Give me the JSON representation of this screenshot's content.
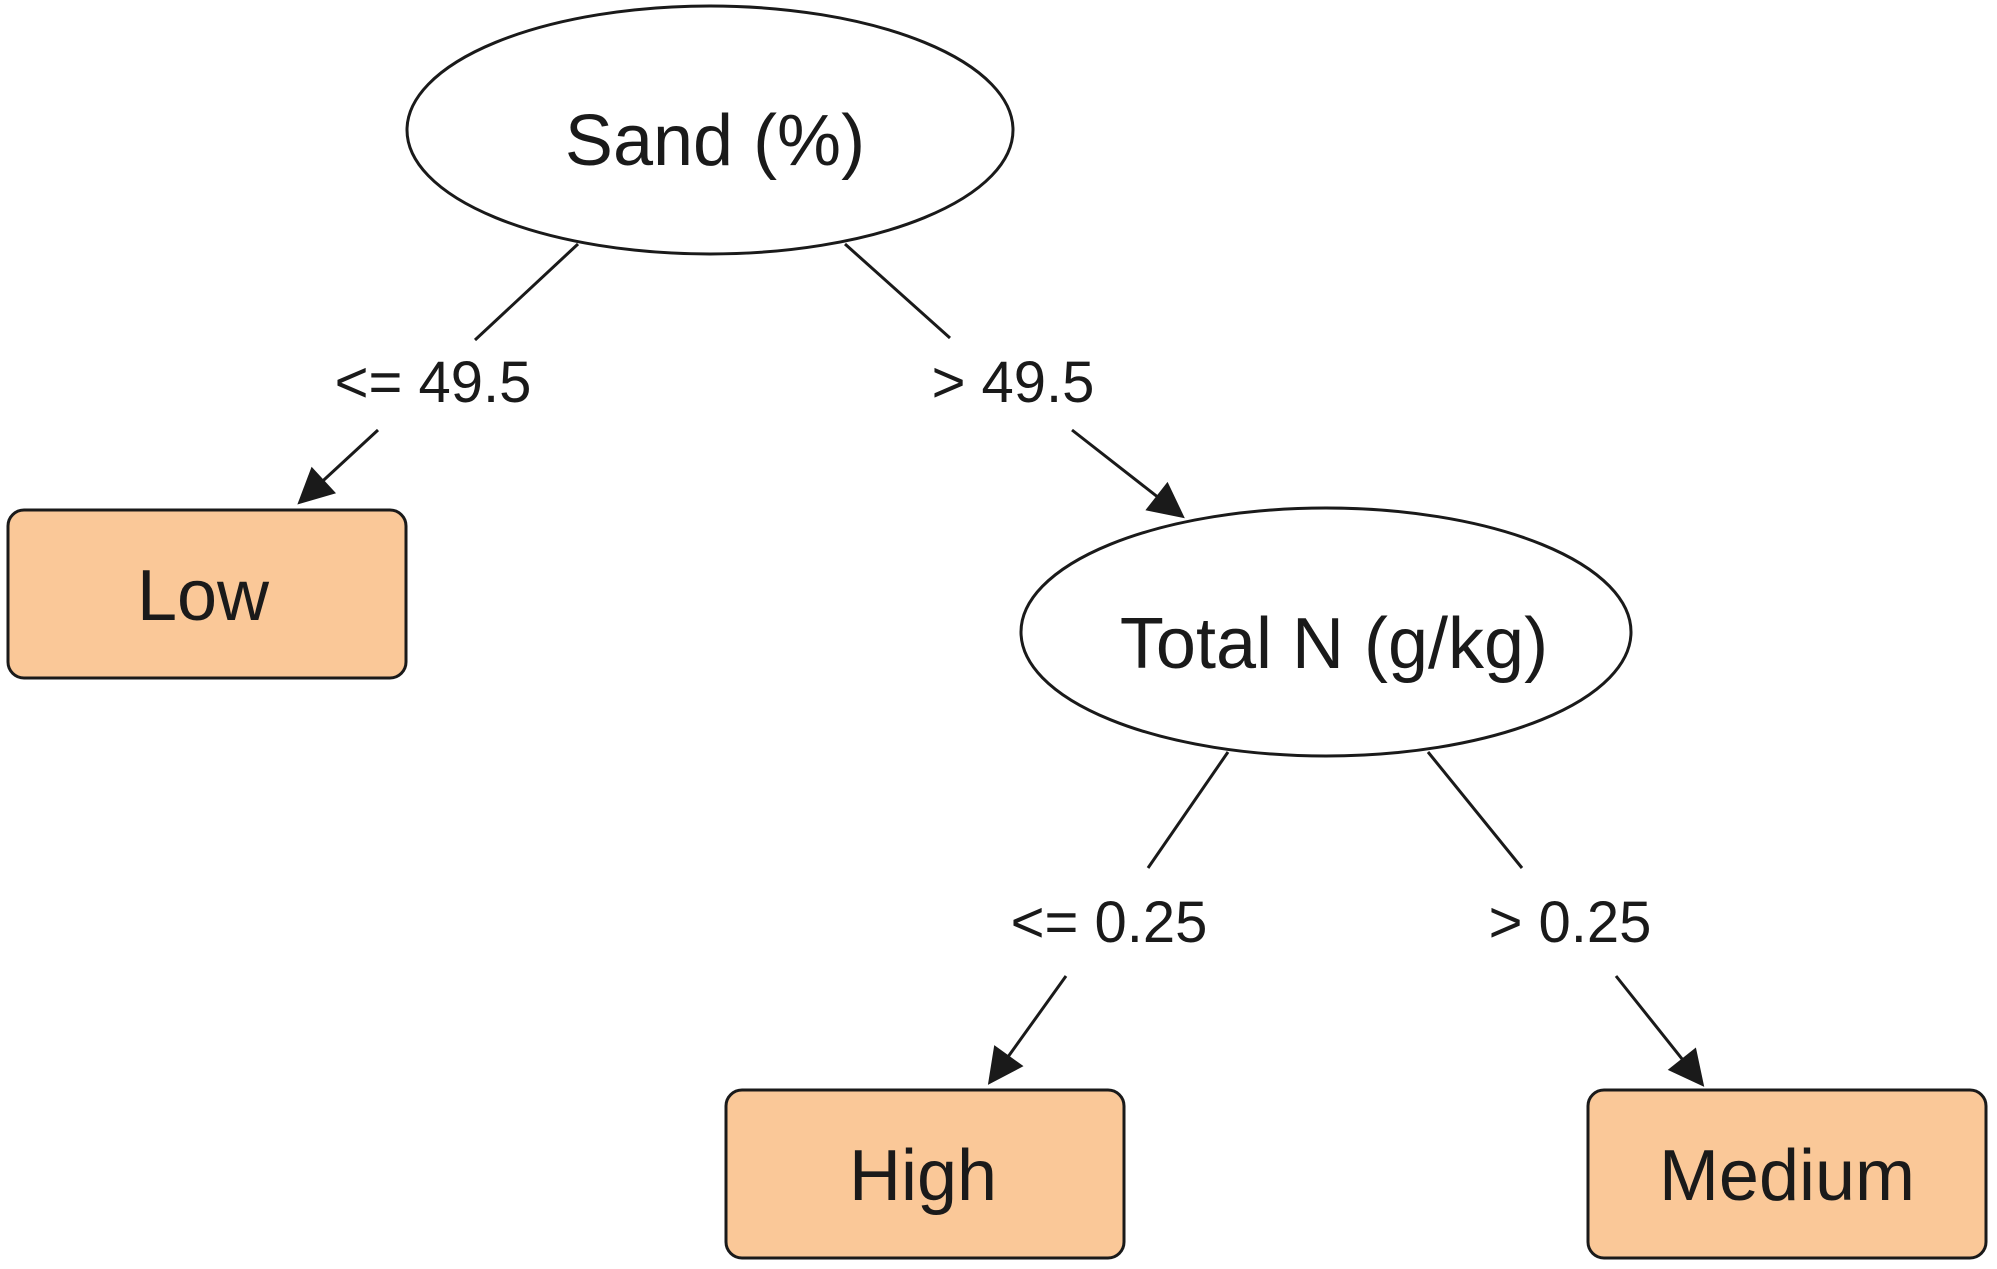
{
  "diagram": {
    "root": {
      "label": "Sand (%)",
      "left_condition": "<= 49.5",
      "right_condition": "> 49.5"
    },
    "leaf_low": {
      "label": "Low"
    },
    "split_n": {
      "label": "Total N (g/kg)",
      "left_condition": "<= 0.25",
      "right_condition": "> 0.25"
    },
    "leaf_high": {
      "label": "High"
    },
    "leaf_medium": {
      "label": "Medium"
    }
  },
  "colors": {
    "leaf_fill": "#FAC898",
    "stroke": "#1a1a1a",
    "background": "#ffffff"
  }
}
